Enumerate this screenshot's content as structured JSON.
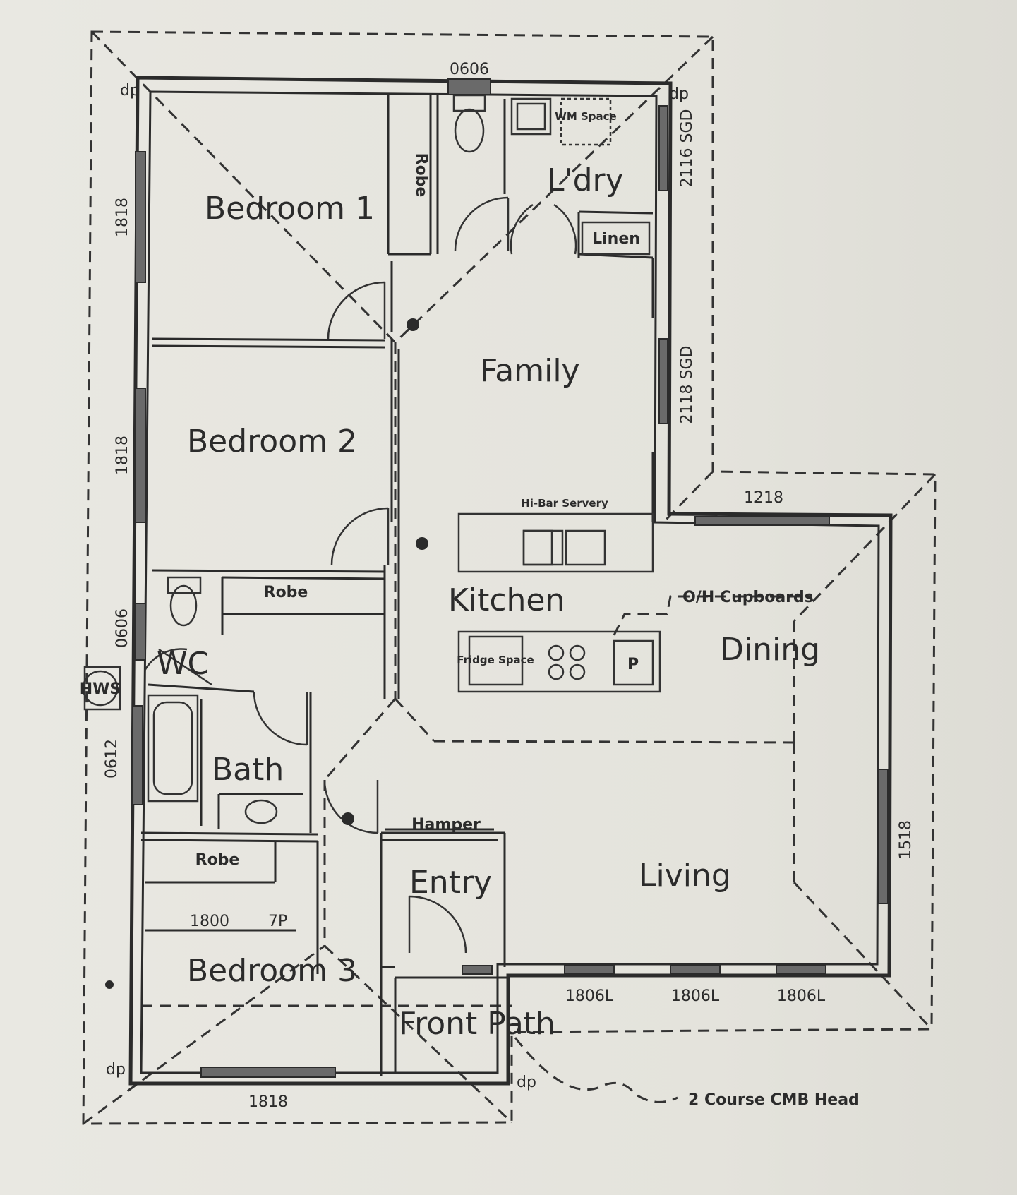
{
  "rooms": {
    "bedroom1": "Bedroom 1",
    "bedroom2": "Bedroom 2",
    "bedroom3": "Bedroom 3",
    "family": "Family",
    "kitchen": "Kitchen",
    "dining": "Dining",
    "living": "Living",
    "bath": "Bath",
    "wc": "WC",
    "entry": "Entry",
    "ldry": "L'dry",
    "front_path": "Front Path"
  },
  "fixtures": {
    "robe": "Robe",
    "linen": "Linen",
    "hws": "HWS",
    "hamper": "Hamper",
    "wm_space": "WM Space",
    "fridge_space": "Fridge Space",
    "pantry": "P",
    "hi_bar_servery": "Hi-Bar Servery",
    "oh_cupboards": "O/H Cupboards"
  },
  "dimensions": {
    "top_window": "0606",
    "bed1_window": "1818",
    "bed2_window": "1818",
    "wc_window": "0606",
    "bath_window": "0612",
    "bed3_window": "1818",
    "ldry_door": "2116 SGD",
    "family_door": "2118 SGD",
    "dining_window": "1218",
    "living_side_window": "1518",
    "living_window_1": "1806L",
    "living_window_2": "1806L",
    "living_window_3": "1806L",
    "bed3_shelf": "1800"
  },
  "markers": {
    "dp": "dp",
    "shelf_note": "7P"
  },
  "notes": {
    "cmb_head": "2 Course CMB Head"
  }
}
